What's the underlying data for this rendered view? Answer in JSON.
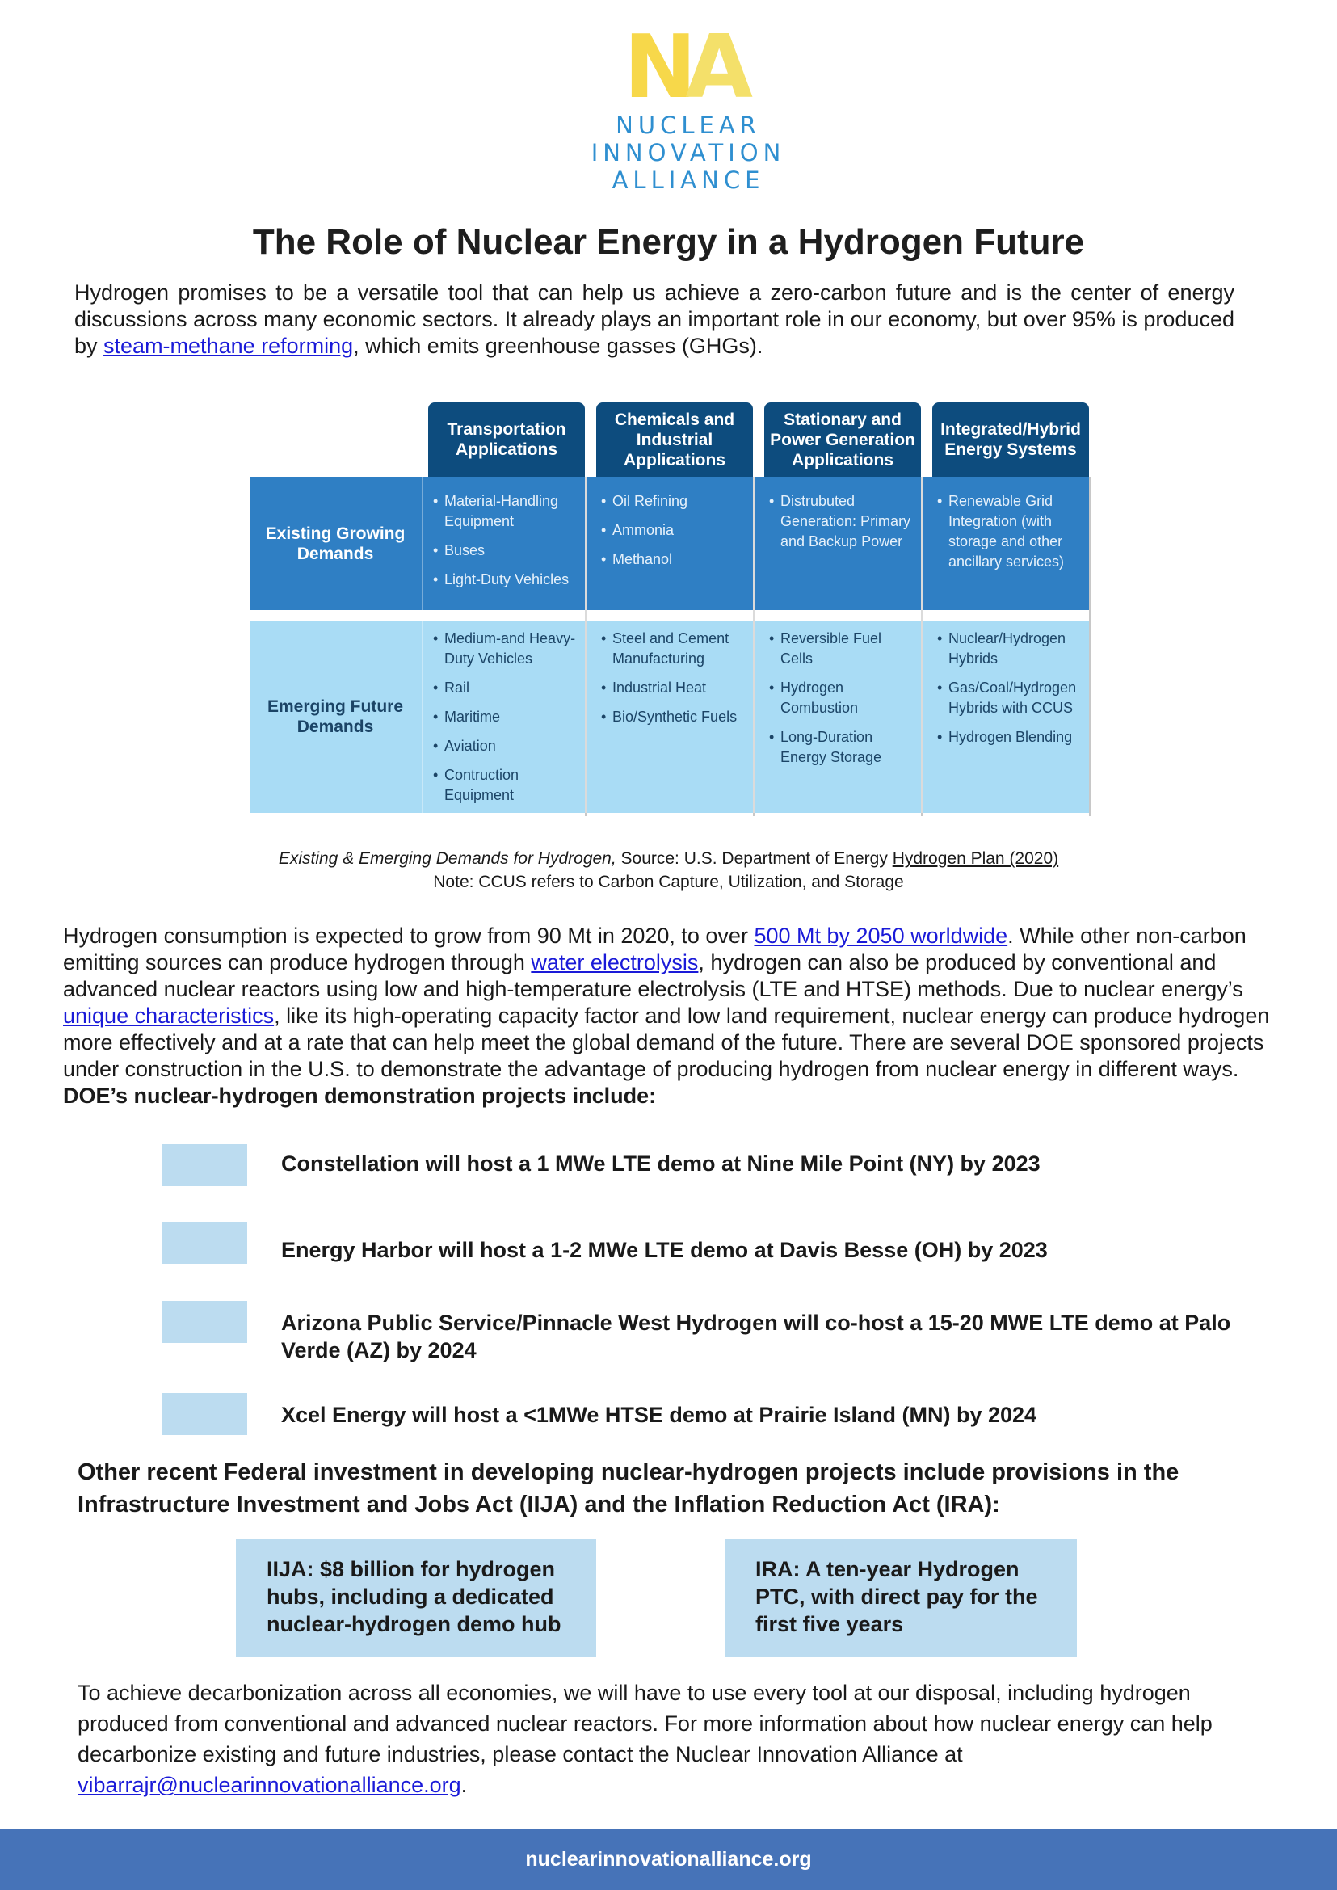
{
  "logo": {
    "mark_n": "N",
    "mark_a": "A",
    "line1": "NUCLEAR",
    "line2": "INNOVATION",
    "line3": "ALLIANCE"
  },
  "title": "The Role of Nuclear Energy in a Hydrogen Future",
  "intro": {
    "text1": "Hydrogen promises to be a versatile tool that can help us achieve a zero-carbon future and is the center of energy discussions across many economic sectors. It already plays an important role in our economy, but over 95% is produced by ",
    "link": "steam-methane reforming",
    "text2": ", which emits greenhouse gasses (GHGs)."
  },
  "chart": {
    "columns": [
      "Transportation Applications",
      "Chemicals and Industrial Applications",
      "Stationary and Power Generation Applications",
      "Integrated/Hybrid Energy Systems"
    ],
    "rows": [
      {
        "label": "Existing Growing Demands",
        "cells": [
          [
            "Material-Handling Equipment",
            "Buses",
            "Light-Duty Vehicles"
          ],
          [
            "Oil Refining",
            "Ammonia",
            "Methanol"
          ],
          [
            "Distrubuted Generation: Primary and Backup Power"
          ],
          [
            "Renewable Grid Integration (with storage and other ancillary services)"
          ]
        ]
      },
      {
        "label": "Emerging Future Demands",
        "cells": [
          [
            "Medium-and Heavy-Duty Vehicles",
            "Rail",
            "Maritime",
            "Aviation",
            "Contruction Equipment"
          ],
          [
            "Steel and Cement Manufacturing",
            "Industrial Heat",
            "Bio/Synthetic Fuels"
          ],
          [
            "Reversible Fuel Cells",
            "Hydrogen Combustion",
            "Long-Duration Energy Storage"
          ],
          [
            "Nuclear/Hydrogen Hybrids",
            "Gas/Coal/Hydrogen Hybrids with CCUS",
            "Hydrogen Blending"
          ]
        ]
      }
    ]
  },
  "caption": {
    "italic": "Existing & Emerging Demands for Hydrogen,",
    "source": " Source: U.S. Department of Energy ",
    "link": "Hydrogen Plan (2020)",
    "note": "Note: CCUS refers to Carbon Capture, Utilization, and Storage"
  },
  "main": {
    "t1": "Hydrogen consumption is expected to grow from 90 Mt in 2020, to over ",
    "l1": "500 Mt by 2050 worldwide",
    "t2": ". While other non-carbon emitting sources can produce hydrogen through ",
    "l2": "water electrolysis",
    "t3": ", hydrogen can also be produced by conventional and advanced nuclear reactors using low and high-temperature electrolysis (LTE and HTSE) methods. Due to nuclear energy’s ",
    "l3": "unique characteristics",
    "t4": ", like its high-operating capacity factor and low land requirement, nuclear energy can produce hydrogen more effectively and at a rate that can help meet the global demand of the future. There are several DOE sponsored projects under construction in the U.S. to demonstrate the advantage of producing hydrogen from nuclear energy in different ways. ",
    "bold": "DOE’s nuclear-hydrogen demonstration projects include:"
  },
  "projects": [
    "Constellation will host a 1 MWe LTE demo at Nine Mile Point (NY) by 2023",
    "Energy Harbor will host a 1-2 MWe LTE demo at Davis Besse (OH) by 2023",
    "Arizona Public Service/Pinnacle West Hydrogen will co-host a 15-20 MWE LTE demo at Palo Verde (AZ) by 2024",
    "Xcel Energy will host a <1MWe HTSE demo at Prairie Island (MN) by 2024"
  ],
  "other": "Other recent Federal investment in developing nuclear-hydrogen projects include provisions in the Infrastructure Investment and Jobs Act (IIJA) and the Inflation Reduction Act (IRA):",
  "callouts": {
    "iija": "IIJA: $8 billion for hydrogen hubs, including a dedicated nuclear-hydrogen demo hub",
    "ira": "IRA: A ten-year Hydrogen PTC, with direct pay for the first five years"
  },
  "closing": {
    "text": "To achieve decarbonization across all economies, we will have to use every tool at our disposal, including hydrogen produced from conventional and advanced nuclear reactors. For more information about how nuclear energy can help decarbonize existing and future industries, please contact the Nuclear Innovation Alliance at ",
    "email": "vibarrajr@nuclearinnovationalliance.org",
    "end": "."
  },
  "footer": "nuclearinnovationalliance.org"
}
